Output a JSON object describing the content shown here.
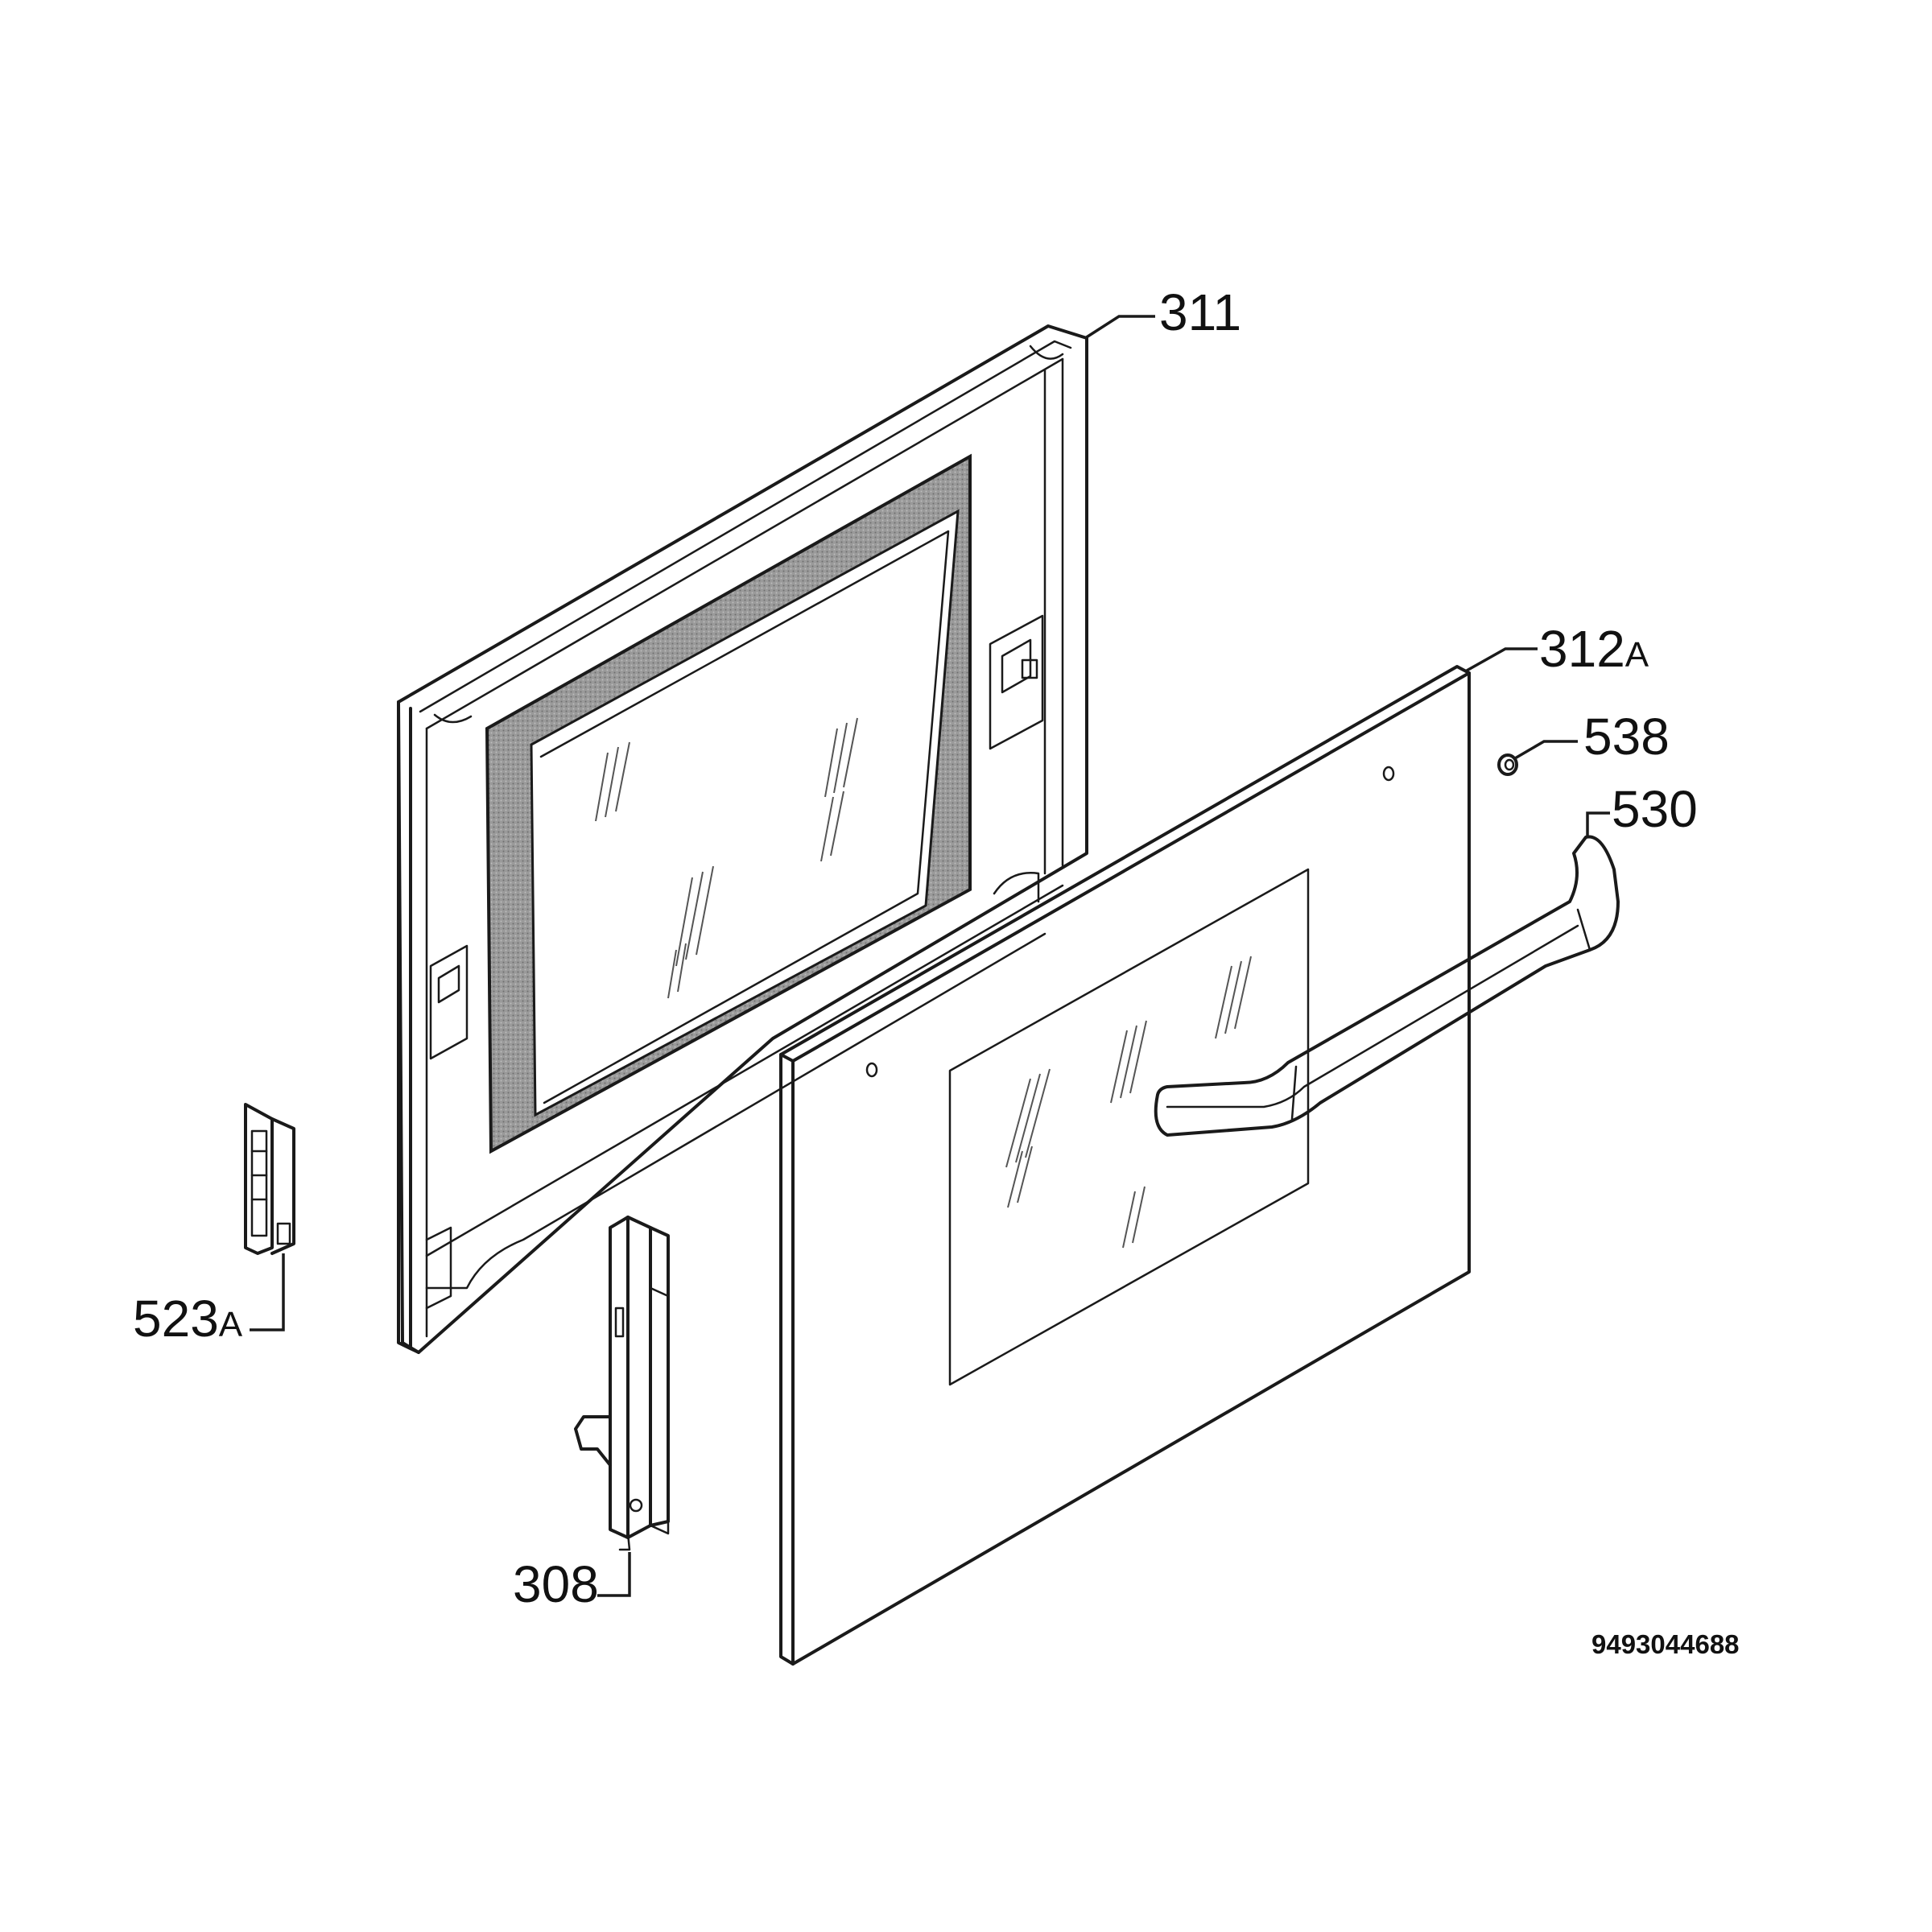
{
  "callouts": {
    "c311": "311",
    "c312_num": "312",
    "c312_suffix": "A",
    "c538": "538",
    "c530": "530",
    "c523_num": "523",
    "c523_suffix": "A",
    "c308": "308"
  },
  "document_number": "9493044688",
  "colors": {
    "line": "#1a1a1a",
    "gasket": "#8c8c8c",
    "background": "#ffffff"
  }
}
